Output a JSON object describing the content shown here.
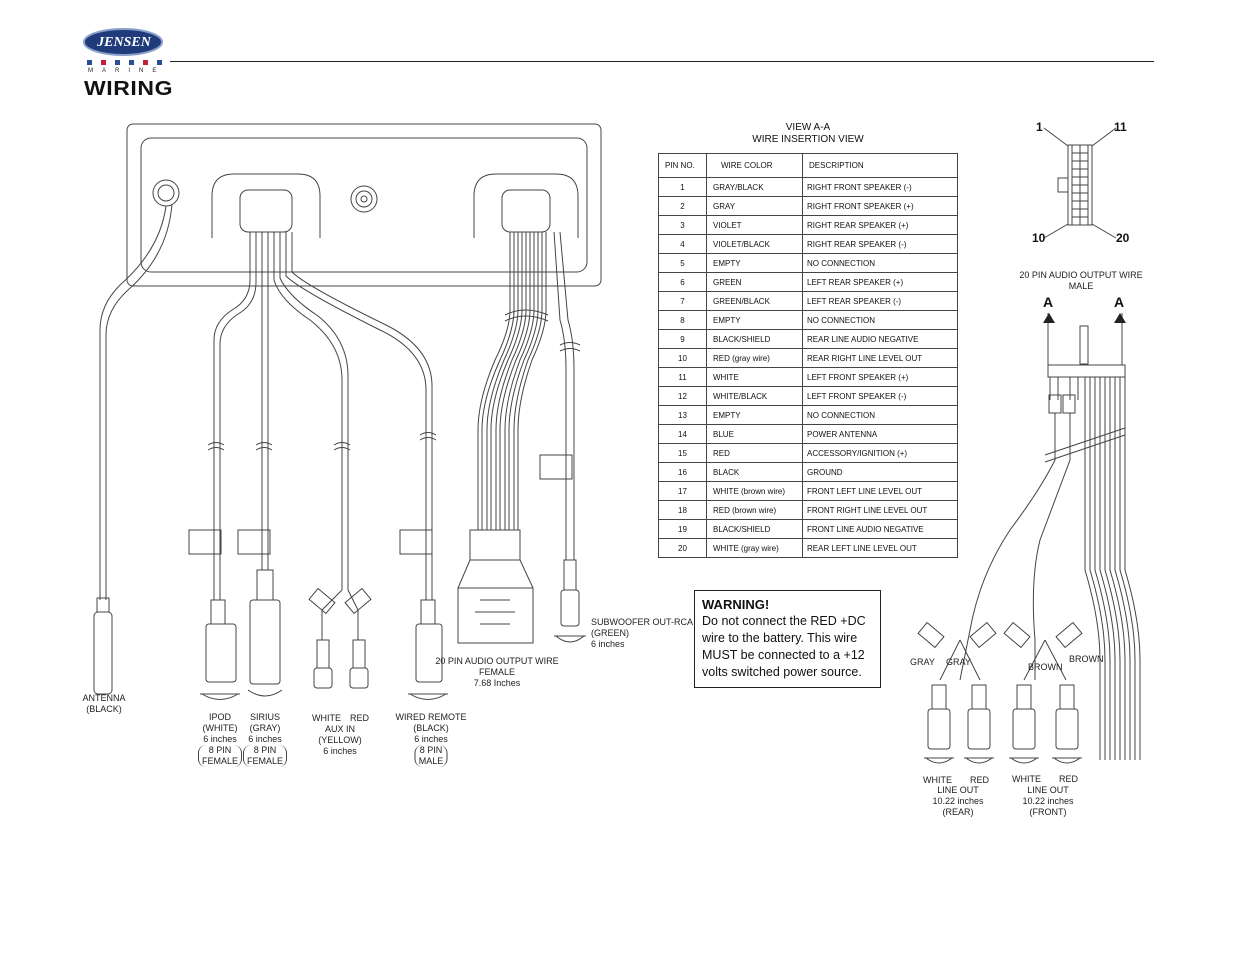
{
  "header": {
    "brand": "JENSEN",
    "brand_sub": "MARINE",
    "section_title": "WIRING"
  },
  "view": {
    "line1": "VIEW A-A",
    "line2": "WIRE INSERTION VIEW"
  },
  "pin_table": {
    "headers": [
      "PIN NO.",
      "WIRE COLOR",
      "DESCRIPTION"
    ],
    "rows": [
      [
        "1",
        "GRAY/BLACK",
        "RIGHT FRONT SPEAKER (-)"
      ],
      [
        "2",
        "GRAY",
        "RIGHT FRONT SPEAKER (+)"
      ],
      [
        "3",
        "VIOLET",
        "RIGHT REAR SPEAKER (+)"
      ],
      [
        "4",
        "VIOLET/BLACK",
        "RIGHT REAR SPEAKER (-)"
      ],
      [
        "5",
        "EMPTY",
        "NO CONNECTION"
      ],
      [
        "6",
        "GREEN",
        "LEFT REAR SPEAKER (+)"
      ],
      [
        "7",
        "GREEN/BLACK",
        "LEFT REAR SPEAKER (-)"
      ],
      [
        "8",
        "EMPTY",
        "NO CONNECTION"
      ],
      [
        "9",
        "BLACK/SHIELD",
        "REAR LINE AUDIO NEGATIVE"
      ],
      [
        "10",
        "RED (gray wire)",
        "REAR RIGHT LINE LEVEL OUT"
      ],
      [
        "11",
        "WHITE",
        "LEFT FRONT SPEAKER (+)"
      ],
      [
        "12",
        "WHITE/BLACK",
        "LEFT FRONT SPEAKER (-)"
      ],
      [
        "13",
        "EMPTY",
        "NO CONNECTION"
      ],
      [
        "14",
        "BLUE",
        "POWER ANTENNA"
      ],
      [
        "15",
        "RED",
        "ACCESSORY/IGNITION (+)"
      ],
      [
        "16",
        "BLACK",
        "GROUND"
      ],
      [
        "17",
        "WHITE (brown wire)",
        "FRONT LEFT LINE LEVEL OUT"
      ],
      [
        "18",
        "RED (brown wire)",
        "FRONT RIGHT LINE LEVEL OUT"
      ],
      [
        "19",
        "BLACK/SHIELD",
        "FRONT LINE AUDIO NEGATIVE"
      ],
      [
        "20",
        "WHITE (gray wire)",
        "REAR LEFT LINE LEVEL OUT"
      ]
    ]
  },
  "warning": {
    "title": "WARNING!",
    "body": "Do not connect the RED +DC wire to the battery. This wire MUST be connected to a +12 volts switched power source."
  },
  "connector_pins": {
    "tl": "1",
    "tr": "11",
    "bl": "10",
    "br": "20"
  },
  "male_connector": {
    "line1": "20 PIN AUDIO OUTPUT WIRE",
    "line2": "MALE",
    "a_left": "A",
    "a_right": "A"
  },
  "labels": {
    "antenna": [
      "ANTENNA",
      "(BLACK)"
    ],
    "ipod": [
      "IPOD",
      "(WHITE)",
      "6 inches",
      "8 PIN",
      "FEMALE"
    ],
    "sirius": [
      "SIRIUS",
      "(GRAY)",
      "6 inches",
      "8 PIN",
      "FEMALE"
    ],
    "aux": [
      "WHITE",
      "RED",
      "AUX IN",
      "(YELLOW)",
      "6 inches"
    ],
    "remote": [
      "WIRED REMOTE",
      "(BLACK)",
      "6 inches",
      "8 PIN",
      "MALE"
    ],
    "output_female": [
      "20 PIN AUDIO OUTPUT WIRE",
      "FEMALE",
      "7.68 Inches"
    ],
    "subwoofer": [
      "SUBWOOFER OUT-RCA",
      "(GREEN)",
      "6 inches"
    ],
    "rear_out": [
      "GRAY",
      "GRAY",
      "WHITE",
      "RED",
      "LINE OUT",
      "10.22 inches",
      "(REAR)"
    ],
    "front_out": [
      "BROWN",
      "BROWN",
      "WHITE",
      "RED",
      "LINE OUT",
      "10.22 inches",
      "(FRONT)"
    ]
  }
}
